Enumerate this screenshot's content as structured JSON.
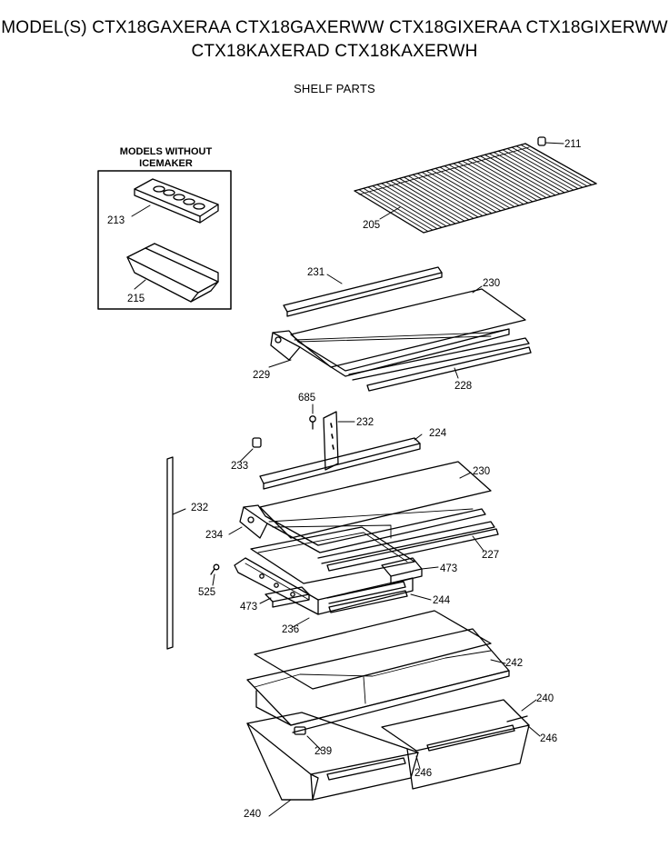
{
  "header": {
    "models_line1": "MODEL(S) CTX18GAXERAA  CTX18GAXERWW  CTX18GIXERAA  CTX18GIXERWW",
    "models_line2": "CTX18KAXERAD  CTX18KAXERWH",
    "section": "SHELF PARTS"
  },
  "inset": {
    "line1": "MODELS WITHOUT",
    "line2": "ICEMAKER"
  },
  "parts": {
    "p211": "211",
    "p205": "205",
    "p213": "213",
    "p215": "215",
    "p231": "231",
    "p230a": "230",
    "p229": "229",
    "p228": "228",
    "p685": "685",
    "p232a": "232",
    "p224": "224",
    "p233": "233",
    "p230b": "230",
    "p232b": "232",
    "p234": "234",
    "p227": "227",
    "p473a": "473",
    "p525": "525",
    "p473b": "473",
    "p244": "244",
    "p236": "236",
    "p242": "242",
    "p240a": "240",
    "p246a": "246",
    "p239": "239",
    "p246b": "246",
    "p240b": "240"
  }
}
